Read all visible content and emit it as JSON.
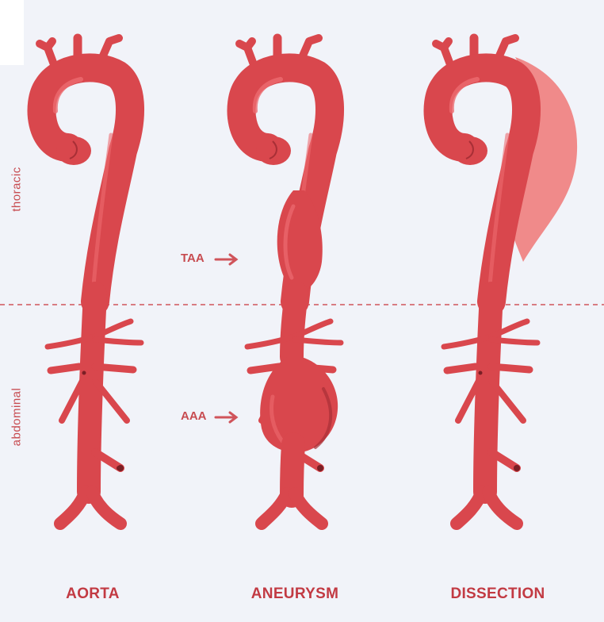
{
  "regions": {
    "upper": "thoracic",
    "lower": "abdominal"
  },
  "arrows": {
    "taa": "TAA",
    "aaa": "AAA"
  },
  "panels": [
    {
      "label": "AORTA"
    },
    {
      "label": "ANEURYSM"
    },
    {
      "label": "DISSECTION"
    }
  ],
  "colors": {
    "vessel": "#d9474d",
    "vessel_dark": "#a82f36",
    "vessel_light": "#ec6b70",
    "false_lumen": "#f08a8a",
    "divider": "#d0545b",
    "text": "#c23a43",
    "background": "#f1f3f9"
  }
}
